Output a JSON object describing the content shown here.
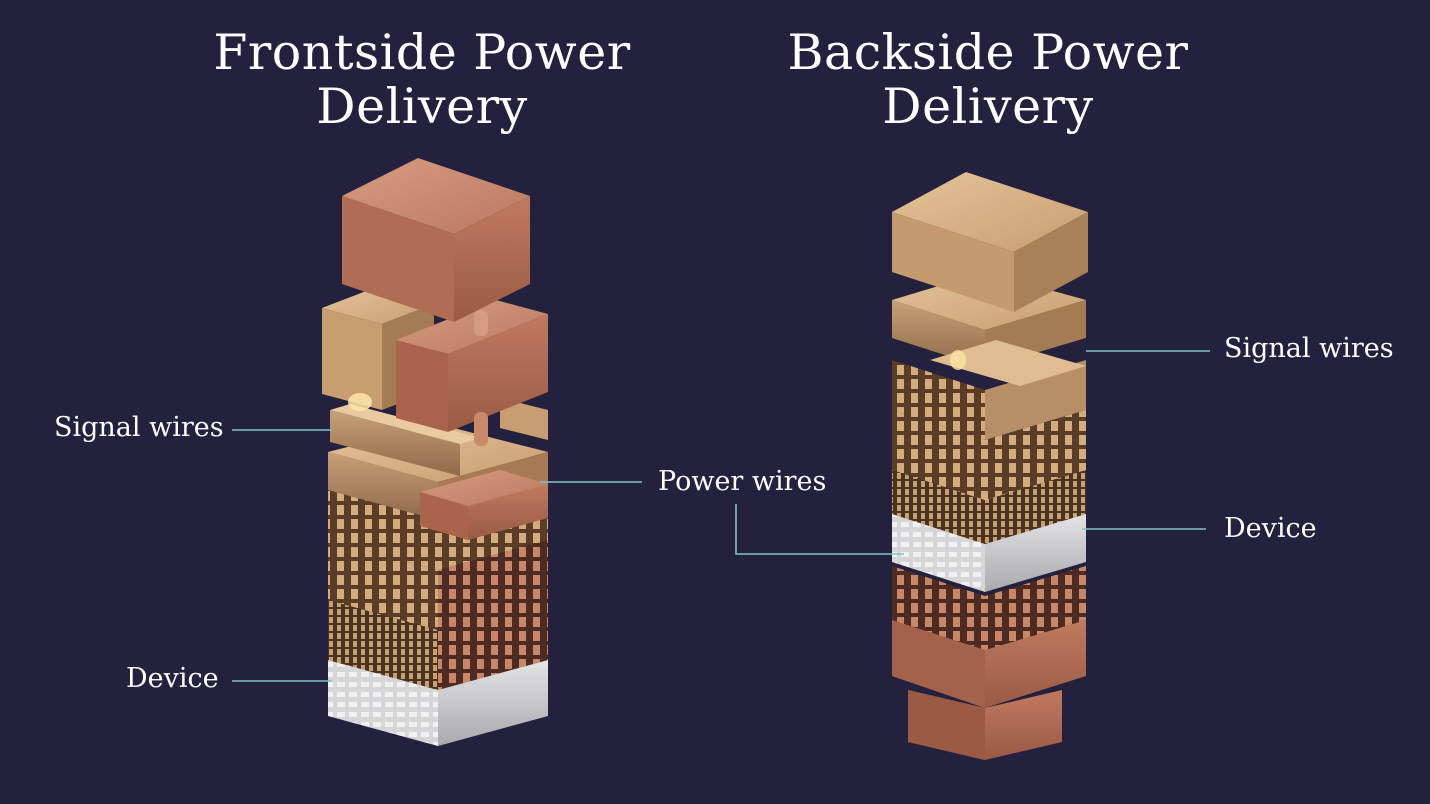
{
  "titles": {
    "frontside": [
      "Frontside Power",
      "Delivery"
    ],
    "backside": [
      "Backside Power",
      "Delivery"
    ]
  },
  "labels": {
    "signal_wires_left": "Signal wires",
    "power_wires": "Power wires",
    "device_left": "Device",
    "signal_wires_right": "Signal wires",
    "device_right": "Device"
  },
  "colors": {
    "background": "#23213d",
    "leader_line": "#7fc6c3",
    "copper": "#c98a6b",
    "gold": "#d2ad82",
    "silicon": "#c9c9cc"
  }
}
